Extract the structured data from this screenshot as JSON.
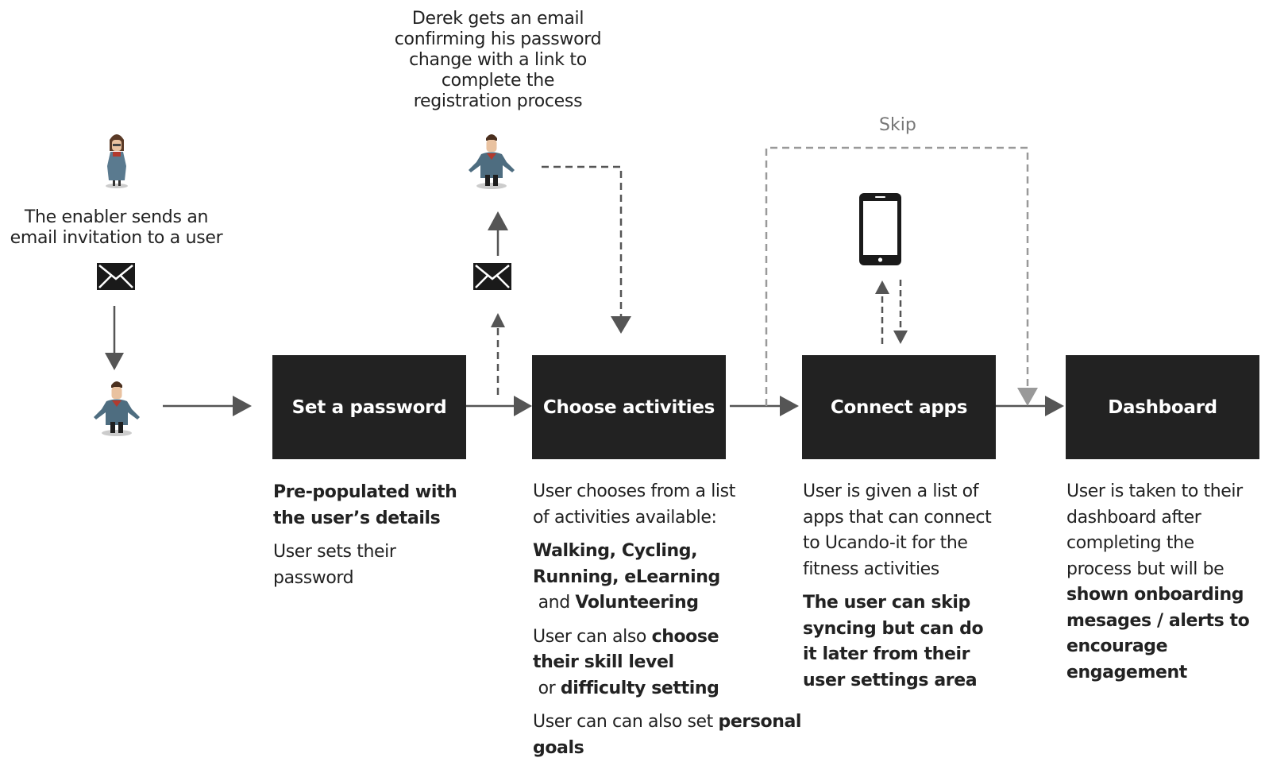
{
  "colors": {
    "box_fill": "#222222",
    "box_text": "#ffffff",
    "arrow_solid": "#555555",
    "arrow_dashed": "#555555",
    "skip_line": "#999999",
    "text": "#222222"
  },
  "icons": [
    "enabler-woman-icon",
    "user-man-icon",
    "envelope-icon",
    "smartphone-icon",
    "arrow-icon"
  ],
  "annotations": {
    "enabler": "The enabler sends an email invitation to a user",
    "derek": "Derek gets an email confirming his password change  with a link to complete the registration process",
    "skip": "Skip"
  },
  "steps": [
    {
      "label": "Set a password",
      "desc": {
        "p1_bold": "Pre-populated with the user’s details",
        "p2": "User sets their password"
      }
    },
    {
      "label": "Choose activities",
      "desc": {
        "p1": "User chooses from a list of activities available:",
        "p2_bold": "Walking, Cycling, Running, eLearning",
        "p2_and": " and ",
        "p2_bold2": "Volunteering",
        "p3": "User can also ",
        "p3_bold": "choose their skill level",
        "p3_or": " or ",
        "p3_bold2": "difficulty setting",
        "p4": "User can can also set ",
        "p4_bold": "personal goals"
      }
    },
    {
      "label": "Connect apps",
      "desc": {
        "p1": "User is given a list of apps that can connect to Ucando-it for the fitness activities",
        "p2_bold": "The user can skip syncing but can do it later from their user settings area"
      }
    },
    {
      "label": "Dashboard",
      "desc": {
        "p1": "User is taken to their dashboard after completing the process but will be ",
        "p1_bold": "shown onboarding mesages / alerts to encourage engagement"
      }
    }
  ]
}
